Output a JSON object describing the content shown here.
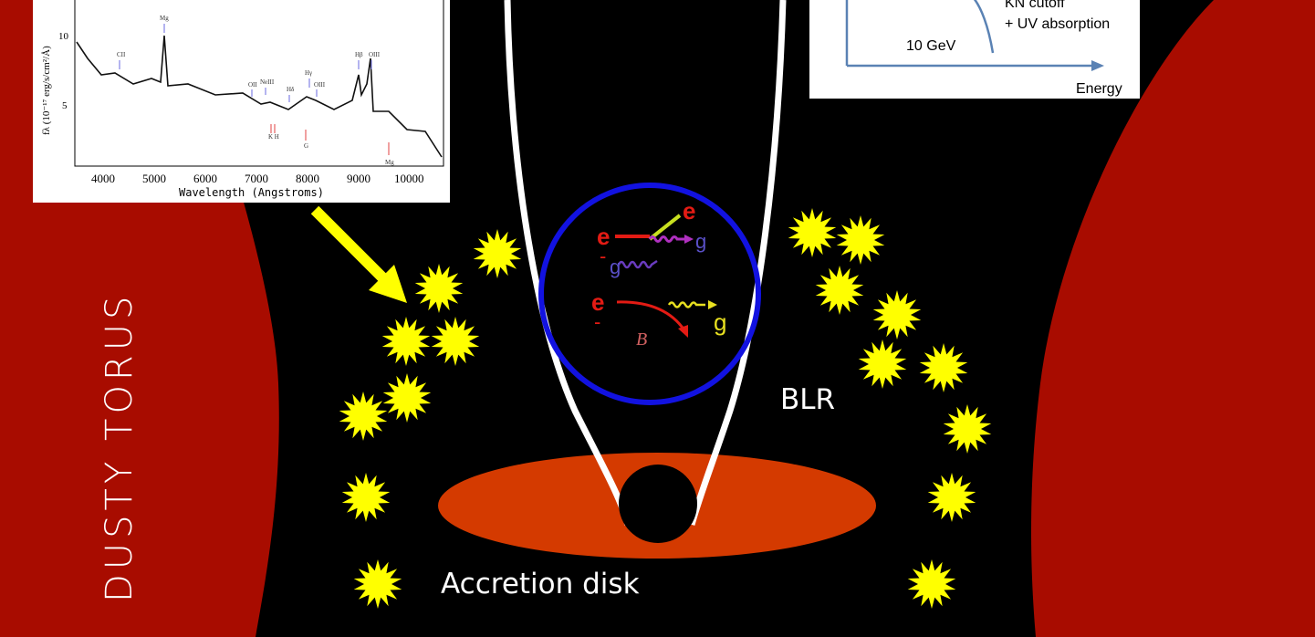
{
  "labels": {
    "torus": "DUSTY TORUS",
    "blr": "BLR",
    "disk": "Accretion disk"
  },
  "spectrum_inset": {
    "y_axis_label": "fλ (10⁻¹⁷ erg/s/cm²/Å)",
    "x_axis_label": "Wavelength (Angstroms)",
    "x_ticks": [
      "4000",
      "5000",
      "6000",
      "7000",
      "8000",
      "9000",
      "10000"
    ],
    "y_ticks": [
      "10",
      "5"
    ],
    "lines": [
      "CII",
      "Mg",
      "OII",
      "NeIII",
      "Hδ",
      "Hγ",
      "OIII",
      "Hβ",
      "OIII",
      "K H",
      "G",
      "Mg"
    ]
  },
  "energy_inset": {
    "cutoff_text_1": "KN cutoff",
    "cutoff_text_2": "+ UV absorption",
    "energy_marker": "10 GeV",
    "x_axis_label": "Energy"
  },
  "process": {
    "electron": "e",
    "charge": "-",
    "photon": "g",
    "field": "B"
  },
  "colors": {
    "torus": "#a80c00",
    "disk": "#d43a00",
    "blr_circle": "#1212e0",
    "star": "#ffff00",
    "arrow": "#ffff00",
    "electron": "#e31b14"
  }
}
